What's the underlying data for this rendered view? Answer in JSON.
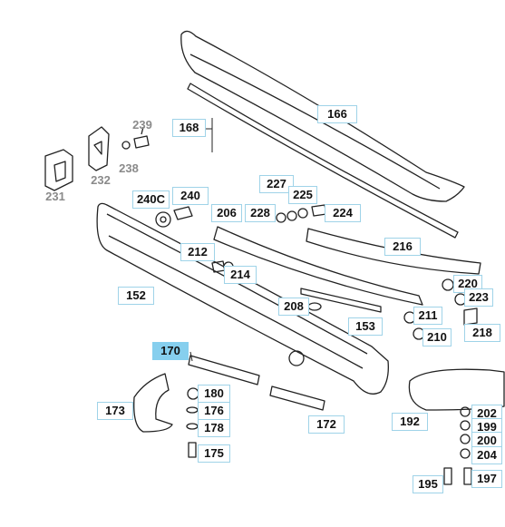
{
  "colors": {
    "highlight": "#86cfee",
    "label_border": "#9fd3e8",
    "stroke": "#222222",
    "gray_text": "#8a8a8a"
  },
  "selected_part": "170",
  "callouts": {
    "c166": "166",
    "c168": "168",
    "c239": "239",
    "c238": "238",
    "c231": "231",
    "c232": "232",
    "c240C": "240C",
    "c240": "240",
    "c206": "206",
    "c227": "227",
    "c225": "225",
    "c228": "228",
    "c224": "224",
    "c216": "216",
    "c212": "212",
    "c214": "214",
    "c152": "152",
    "c220": "220",
    "c223": "223",
    "c208": "208",
    "c211": "211",
    "c153": "153",
    "c210": "210",
    "c218": "218",
    "c170": "170",
    "c180": "180",
    "c176": "176",
    "c173": "173",
    "c178": "178",
    "c172": "172",
    "c175": "175",
    "c192": "192",
    "c202": "202",
    "c199": "199",
    "c200": "200",
    "c204": "204",
    "c195": "195",
    "c197": "197"
  }
}
